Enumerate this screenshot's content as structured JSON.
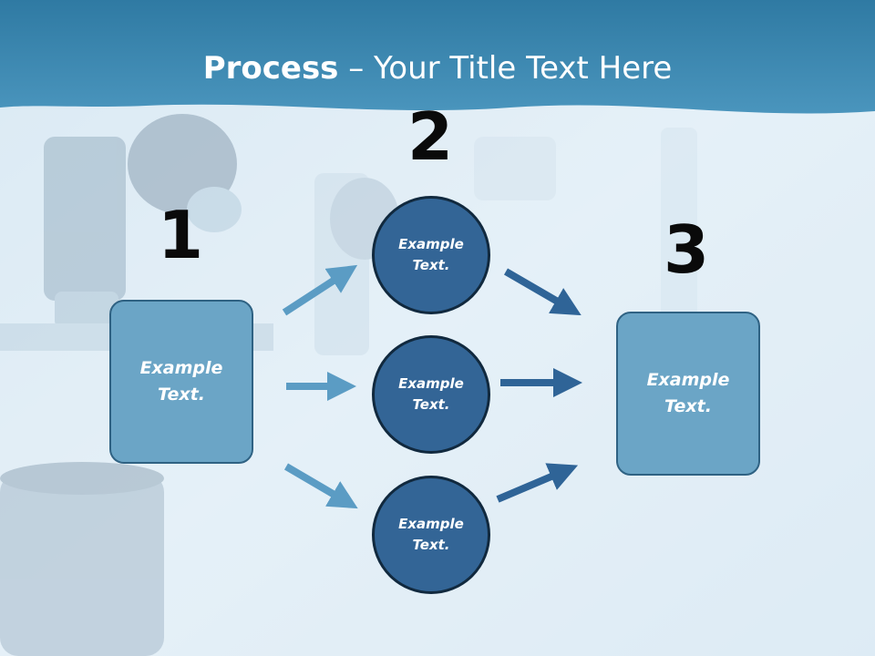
{
  "slide": {
    "title_bold": "Process",
    "title_rest": " – Your Title Text Here"
  },
  "steps": {
    "one": "1",
    "two": "2",
    "three": "3"
  },
  "left_box": {
    "text": "Example\nText."
  },
  "circles": [
    {
      "text": "Example\nText."
    },
    {
      "text": "Example\nText."
    },
    {
      "text": "Example\nText."
    }
  ],
  "right_box": {
    "text": "Example\nText."
  },
  "colors": {
    "header": "#3b86ad",
    "box_fill": "#6ba5c6",
    "circle_fill": "#336596",
    "arrow_light": "#5b9cc4",
    "arrow_dark": "#2f6497"
  }
}
